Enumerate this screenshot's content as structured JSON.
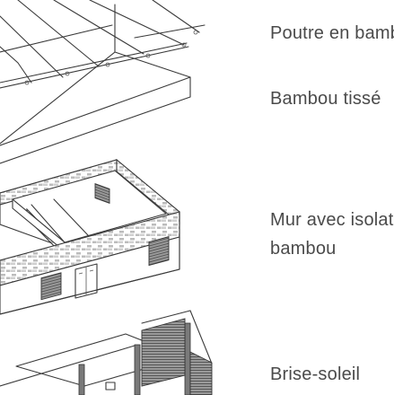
{
  "labels": {
    "roof_beams": "Poutre en bambou",
    "woven_bamboo": "Bambou tissé",
    "wall_line1": "Mur avec isolation",
    "wall_line2": "bambou",
    "sunshade": "Brise-soleil"
  },
  "colors": {
    "line": "#3a3a3a",
    "text": "#4a4a4a",
    "background": "#ffffff"
  }
}
